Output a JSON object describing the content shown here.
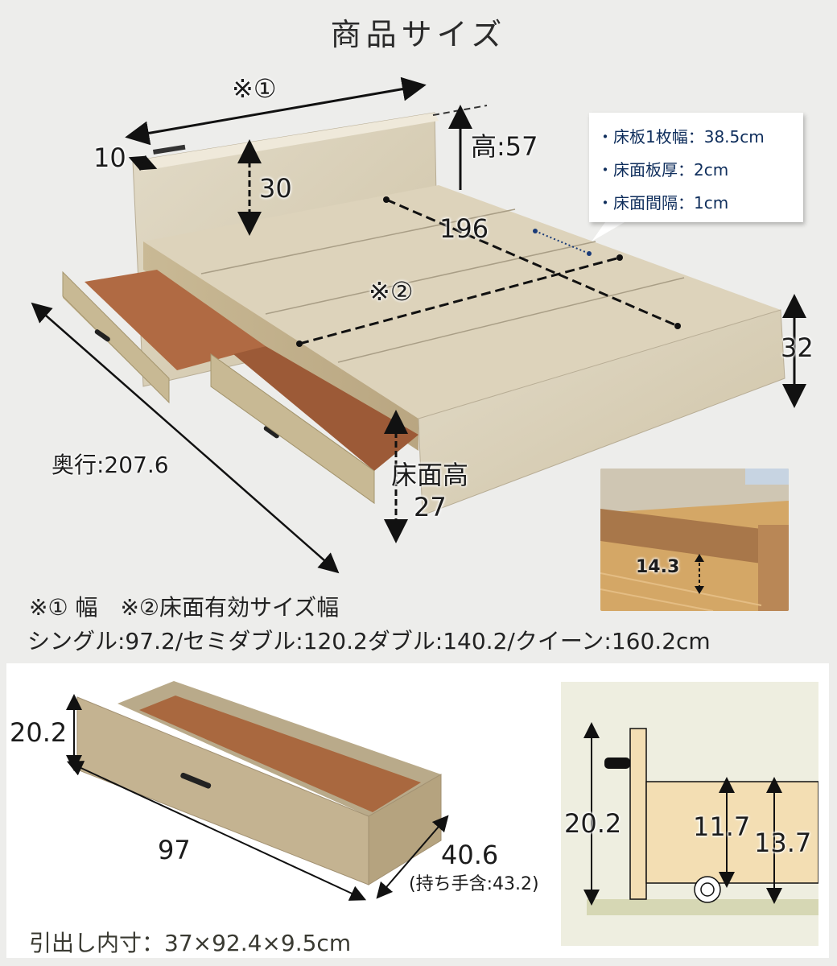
{
  "title": "商品サイズ",
  "bed_diagram": {
    "width_label": "※①",
    "headboard_depth": "10",
    "headboard_height_inner": "30",
    "total_height": "高:57",
    "inner_length": "196",
    "inner_width_label": "※②",
    "footboard_height": "32",
    "depth": "奥行:207.6",
    "floor_height_label": "床面高",
    "floor_height_value": "27"
  },
  "slat_callout": {
    "items": [
      "・床板1枚幅：38.5cm",
      "・床面板厚：2cm",
      "・床面間隔：1cm"
    ]
  },
  "under_clearance_photo": {
    "clearance": "14.3"
  },
  "notes": {
    "legend": "※① 幅　※②床面有効サイズ幅",
    "sizes": "シングル:97.2/セミダブル:120.2ダブル:140.2/クイーン:160.2cm"
  },
  "drawer_diagram": {
    "height": "20.2",
    "width": "97",
    "depth": "40.6",
    "depth_with_handle": "(持ち手含:43.2)",
    "inner_size": "引出し内寸：37×92.4×9.5cm"
  },
  "section_diagram": {
    "total_height": "20.2",
    "drawer_box_height": "11.7",
    "drawer_to_floor_height": "13.7"
  },
  "colors": {
    "background": "#ededeb",
    "callout_text": "#0f2e5c",
    "wood_light": "#d9cfb8",
    "drawer_bottom": "#a8623a",
    "section_bg": "#eeeee0",
    "section_wood": "#f3deb3",
    "section_floor": "#d6d7b4"
  }
}
